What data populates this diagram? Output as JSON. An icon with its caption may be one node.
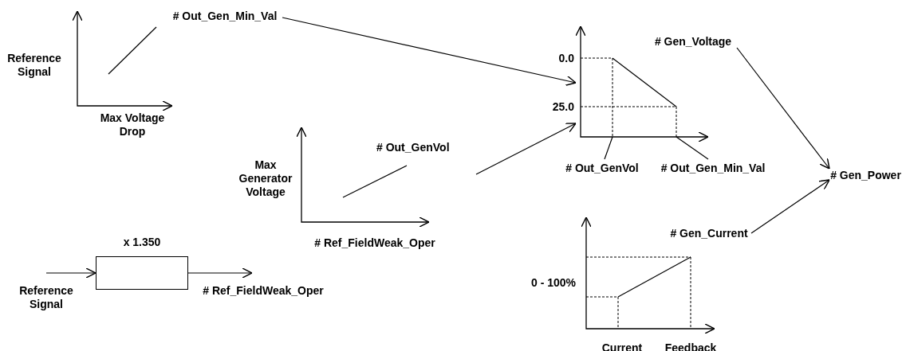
{
  "diagram": {
    "nodes": [
      {
        "text": [
          "# Out_Gen_Min_Val"
        ]
      },
      {
        "text": [
          "# Out_GenVol"
        ]
      },
      {
        "text": [],
        "shape": "chart"
      },
      {
        "text": [
          "# Gen_Voltage"
        ]
      },
      {
        "text": [
          "# Gen_Current"
        ]
      },
      {
        "text": [
          "# Gen_Power"
        ]
      },
      {
        "text": [
          "x 1.350"
        ]
      },
      {
        "text": [
          "Reference Signal"
        ]
      },
      {
        "text": [
          "# Ref_FieldWeak_Oper"
        ]
      },
      {
        "text": [
          "# Out_GenVol"
        ]
      },
      {
        "text": [
          "# Out_Gen_Min_Val"
        ]
      }
    ],
    "edges": [
      {
        "from": 0,
        "to": 2,
        "arrow": "to"
      },
      {
        "from": 1,
        "to": 2,
        "arrow": "to"
      },
      {
        "from": 3,
        "to": 5,
        "arrow": "to"
      },
      {
        "from": 4,
        "to": 5,
        "arrow": "to"
      },
      {
        "from": 7,
        "to": 6,
        "arrow": "to"
      },
      {
        "from": 6,
        "to": 8,
        "arrow": "to"
      },
      {
        "from": 9,
        "to": 2,
        "arrow": "none"
      },
      {
        "from": 10,
        "to": 2,
        "arrow": "none"
      }
    ],
    "labels": [
      "Reference Signal",
      "Max Voltage Drop",
      "Max Generator Voltage",
      "# Ref_FieldWeak_Oper",
      "0.0",
      "25.0",
      "0 - 100%",
      "Current",
      "Feedback"
    ]
  }
}
